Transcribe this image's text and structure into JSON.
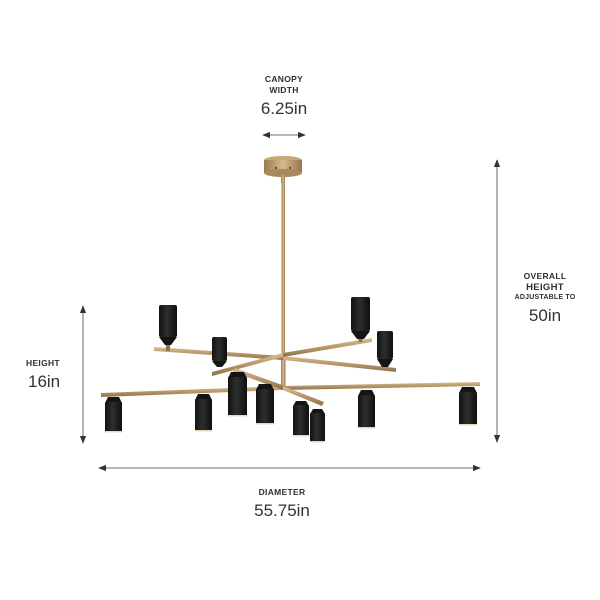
{
  "dimensions": {
    "canopy_width": {
      "label_line1": "CANOPY",
      "label_line2": "WIDTH",
      "value": "6.25in"
    },
    "overall_height": {
      "label_line1": "OVERALL",
      "label_line2": "HEIGHT",
      "label_line3": "ADJUSTABLE TO",
      "value": "50in"
    },
    "height": {
      "label": "HEIGHT",
      "value": "16in"
    },
    "diameter": {
      "label": "DIAMETER",
      "value": "55.75in"
    }
  },
  "product": {
    "type": "chandelier",
    "arm_color": "#b8976a",
    "shade_color": "#1c1c1c",
    "shade_count": 12
  },
  "colors": {
    "background": "#ffffff",
    "dimension_line": "#8a8a8a",
    "arrow_head": "#333333",
    "text": "#2f2f2f"
  }
}
